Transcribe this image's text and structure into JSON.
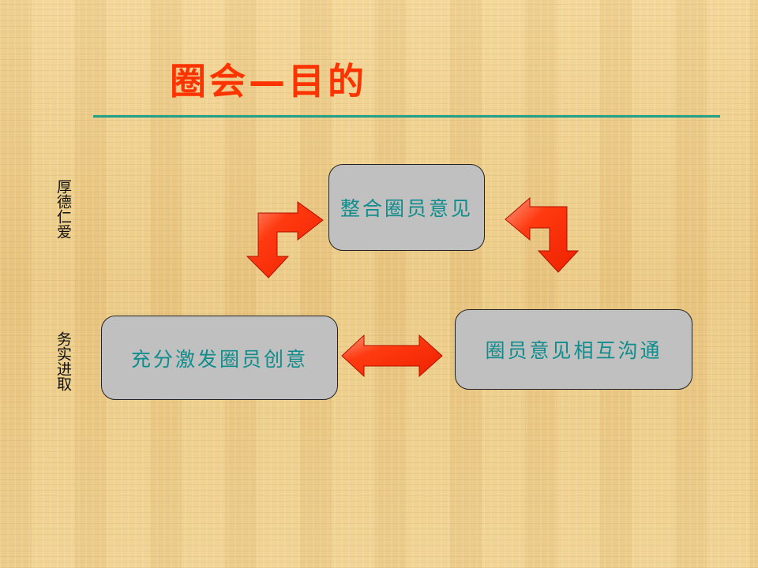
{
  "slide": {
    "title": "圈会—目的",
    "side_labels": [
      "厚德仁爱",
      "务实进取"
    ],
    "boxes": {
      "top": "整合圈员意见",
      "left": "充分激发圈员创意",
      "right": "圈员意见相互沟通"
    },
    "colors": {
      "title": "#ff3300",
      "rule": "#20a088",
      "box_fill": "#c0c0c0",
      "box_text": "#108c8c",
      "arrow_fill": "#ff2a00",
      "arrow_highlight": "#ff9a80"
    }
  }
}
